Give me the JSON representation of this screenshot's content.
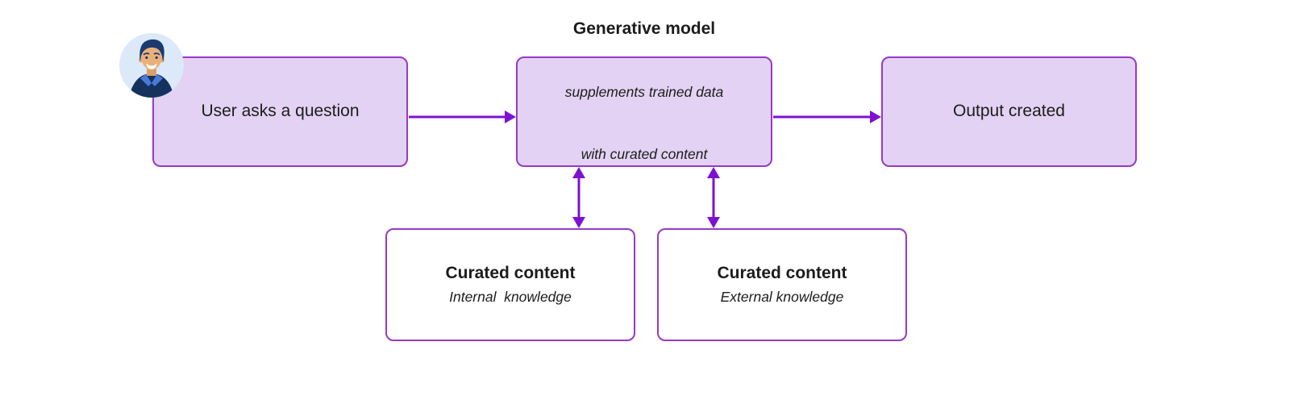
{
  "colors": {
    "canvas_bg": "#ffffff",
    "node_fill": "#e3d2f3",
    "node_border": "#9839c6",
    "arrow": "#7e11d1",
    "text": "#1c1c1c",
    "avatar_bg": "#dbe9f9"
  },
  "nodes": {
    "user_question": {
      "label": "User asks a question"
    },
    "generative_model": {
      "title": "Generative model",
      "subtitle": [
        "supplements trained data",
        "with curated content"
      ]
    },
    "output_created": {
      "label": "Output created"
    },
    "curated_internal": {
      "title": "Curated content",
      "subtitle": "Internal  knowledge"
    },
    "curated_external": {
      "title": "Curated content",
      "subtitle": "External knowledge"
    }
  },
  "edges": [
    {
      "from": "user_question",
      "to": "generative_model",
      "direction": "one-way"
    },
    {
      "from": "generative_model",
      "to": "output_created",
      "direction": "one-way"
    },
    {
      "from": "generative_model",
      "to": "curated_internal",
      "direction": "two-way"
    },
    {
      "from": "generative_model",
      "to": "curated_external",
      "direction": "two-way"
    }
  ],
  "icons": {
    "avatar": "male-user-avatar"
  }
}
